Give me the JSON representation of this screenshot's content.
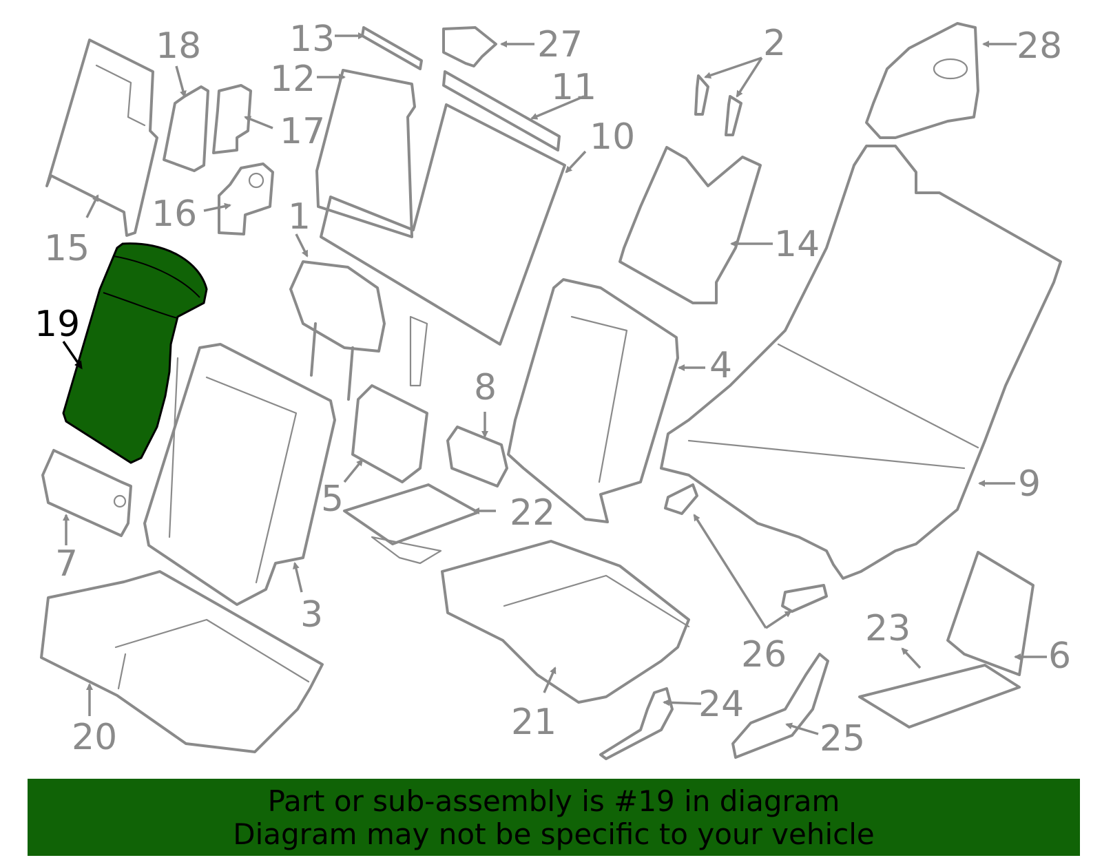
{
  "diagram": {
    "highlighted_part": "19",
    "callouts": [
      "1",
      "2",
      "3",
      "4",
      "5",
      "6",
      "7",
      "8",
      "9",
      "10",
      "11",
      "12",
      "13",
      "14",
      "15",
      "16",
      "17",
      "18",
      "19",
      "20",
      "21",
      "22",
      "23",
      "24",
      "25",
      "26",
      "27",
      "28"
    ]
  },
  "banner": {
    "line1": "Part or sub-assembly is #19 in diagram",
    "line2": "Diagram may not be specific to your vehicle"
  },
  "colors": {
    "highlight_fill": "#106306",
    "banner_background": "#106306",
    "line_art": "#8a8a8a",
    "background": "#ffffff"
  }
}
